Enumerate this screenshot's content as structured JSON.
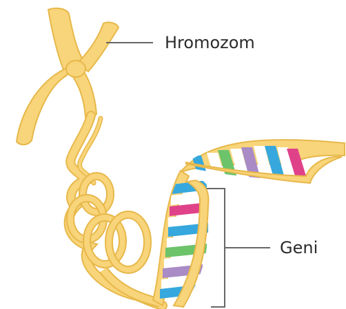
{
  "labels": {
    "chromosome": "Hromozom",
    "genes": "Geni"
  },
  "colors": {
    "chromatin_fill": "#F8D47A",
    "chromatin_stroke": "#E7B84A",
    "leader_line": "#666666",
    "label_text": "#2B2B2B",
    "gene_colors": [
      "#E0428A",
      "#36A8DD",
      "#6CC36A",
      "#A98BC6"
    ]
  },
  "icons": {
    "chromosome": "x-shaped-chromosome",
    "dna": "double-helix-ribbon",
    "bracket": "square-bracket"
  }
}
